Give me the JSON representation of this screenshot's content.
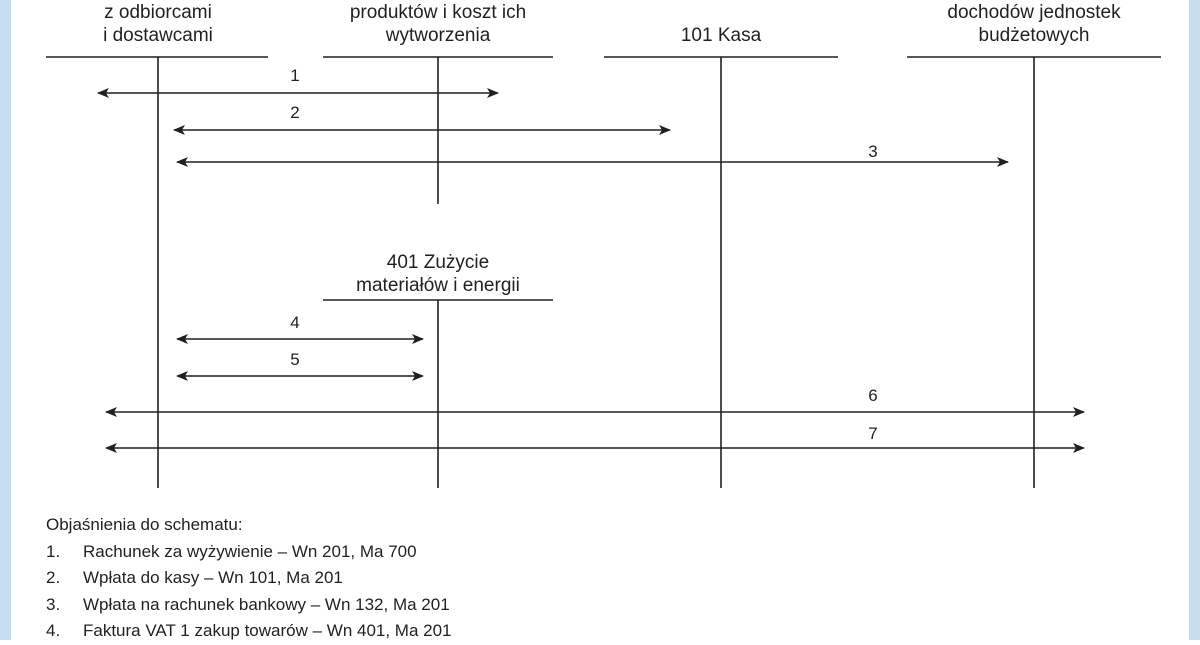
{
  "accounts": [
    {
      "id": "a201",
      "lines": [
        "z odbiorcami",
        "i dostawcami"
      ]
    },
    {
      "id": "a700",
      "lines": [
        "produktów i koszt ich",
        "wytworzenia"
      ]
    },
    {
      "id": "a101",
      "lines": [
        "101 Kasa"
      ]
    },
    {
      "id": "a132",
      "lines": [
        "dochodów jednostek",
        "budżetowych"
      ]
    },
    {
      "id": "a401",
      "lines": [
        "401 Zużycie",
        "materiałów i energii"
      ]
    }
  ],
  "arrows": [
    {
      "label": "1"
    },
    {
      "label": "2"
    },
    {
      "label": "3"
    },
    {
      "label": "4"
    },
    {
      "label": "5"
    },
    {
      "label": "6"
    },
    {
      "label": "7"
    }
  ],
  "legend": {
    "title": "Objaśnienia do schematu:",
    "items": [
      {
        "num": "1.",
        "text": "Rachunek za wyżywienie – Wn 201, Ma 700"
      },
      {
        "num": "2.",
        "text": "Wpłata do kasy – Wn 101, Ma 201"
      },
      {
        "num": "3.",
        "text": "Wpłata na rachunek bankowy – Wn 132, Ma 201"
      },
      {
        "num": "4.",
        "text": "Faktura VAT 1 zakup towarów – Wn 401, Ma 201"
      }
    ]
  }
}
